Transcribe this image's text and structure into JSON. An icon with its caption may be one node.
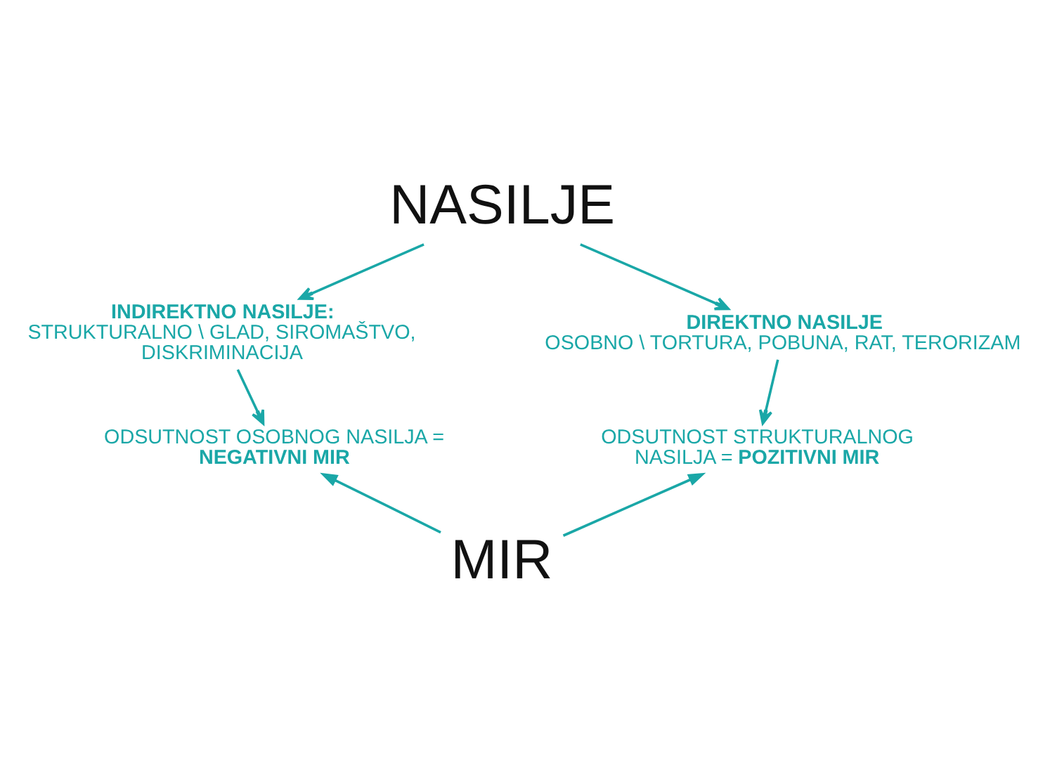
{
  "diagram": {
    "nodes": [
      {
        "text": [
          "NASILJE"
        ]
      },
      {
        "text": [
          "INDIREKTNO NASILJE:",
          "STRUKTURALNO \\ GLAD, SIROMAŠTVO, DISKRIMINACIJA"
        ]
      },
      {
        "text": [
          "DIREKTNO NASILJE",
          "OSOBNO \\ TORTURA, POBUNA, RAT, TERORIZAM"
        ]
      },
      {
        "text": [
          "ODSUTNOST OSOBNOG NASILJA = **NEGATIVNI MIR**"
        ]
      },
      {
        "text": [
          "ODSUTNOST STRUKTURALNOG NASILJA = **POZITIVNI MIR**"
        ]
      },
      {
        "text": [
          "MIR"
        ]
      }
    ],
    "edges": [
      {
        "from": 0,
        "to": 1,
        "arrow": "to"
      },
      {
        "from": 0,
        "to": 2,
        "arrow": "to"
      },
      {
        "from": 1,
        "to": 3,
        "arrow": "to"
      },
      {
        "from": 2,
        "to": 4,
        "arrow": "to"
      },
      {
        "from": 5,
        "to": 3,
        "arrow": "to"
      },
      {
        "from": 5,
        "to": 4,
        "arrow": "to"
      }
    ]
  }
}
